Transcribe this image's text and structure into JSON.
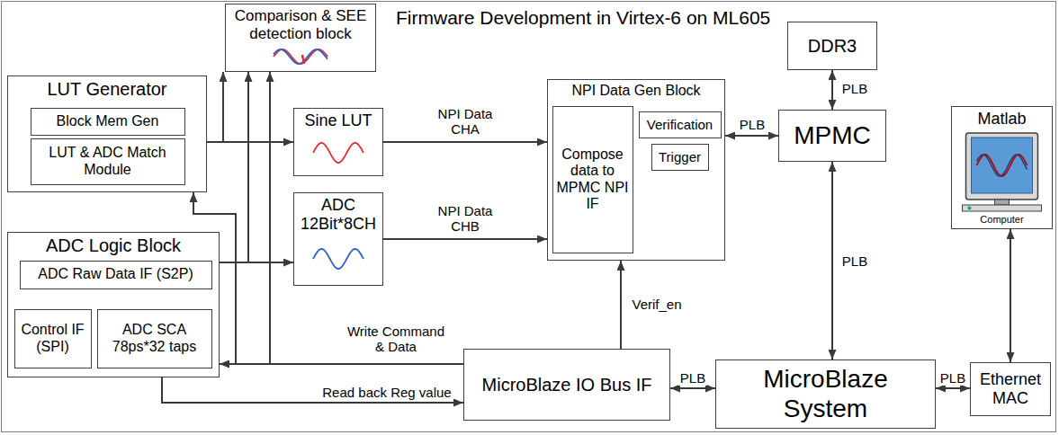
{
  "diagram": {
    "title": "Firmware Development in Virtex-6 on ML605",
    "nodes": [
      {
        "text": [
          "Comparison & SEE detection block"
        ]
      },
      {
        "text": [
          "LUT Generator"
        ]
      },
      {
        "text": [
          "Block Mem Gen"
        ],
        "in": 1
      },
      {
        "text": [
          "LUT & ADC Match Module"
        ],
        "in": 1
      },
      {
        "text": [
          "ADC Logic Block"
        ]
      },
      {
        "text": [
          "ADC Raw Data IF (S2P)"
        ],
        "in": 4
      },
      {
        "text": [
          "Control IF (SPI)"
        ],
        "in": 4
      },
      {
        "text": [
          "ADC SCA 78ps*32 taps"
        ],
        "in": 4
      },
      {
        "text": [
          "Sine LUT"
        ]
      },
      {
        "text": [
          "ADC",
          "12Bit*8CH"
        ]
      },
      {
        "text": [
          "NPI Data Gen Block"
        ]
      },
      {
        "text": [
          "Compose data to MPMC NPI IF"
        ],
        "in": 10
      },
      {
        "text": [
          "Verification"
        ],
        "in": 10
      },
      {
        "text": [
          "Trigger"
        ],
        "in": 10
      },
      {
        "text": [
          "DDR3"
        ]
      },
      {
        "text": [
          "MPMC"
        ]
      },
      {
        "text": [
          "MicroBlaze IO Bus IF"
        ]
      },
      {
        "text": [
          "MicroBlaze System"
        ]
      },
      {
        "text": [
          "Matlab",
          "Computer"
        ]
      },
      {
        "text": [
          "Ethernet MAC"
        ]
      }
    ],
    "edges": [
      {
        "from": 1,
        "to": 0,
        "arrow": "to"
      },
      {
        "from": 1,
        "to": 8,
        "arrow": "to"
      },
      {
        "from": 4,
        "to": 0,
        "arrow": "to"
      },
      {
        "from": 4,
        "to": 9,
        "arrow": "to"
      },
      {
        "from": 8,
        "to": 10,
        "label": "NPI Data CHA",
        "arrow": "to"
      },
      {
        "from": 9,
        "to": 10,
        "label": "NPI Data CHB",
        "arrow": "to"
      },
      {
        "from": 10,
        "to": 15,
        "label": "PLB",
        "arrow": "both"
      },
      {
        "from": 14,
        "to": 15,
        "label": "PLB",
        "arrow": "both"
      },
      {
        "from": 15,
        "to": 17,
        "label": "PLB",
        "arrow": "both"
      },
      {
        "from": 16,
        "to": 17,
        "label": "PLB",
        "arrow": "both"
      },
      {
        "from": 17,
        "to": 19,
        "label": "PLB",
        "arrow": "both"
      },
      {
        "from": 19,
        "to": 18,
        "arrow": "both"
      },
      {
        "from": 16,
        "to": 4,
        "label": "Write Command & Data",
        "arrow": "to"
      },
      {
        "from": 16,
        "to": 1,
        "arrow": "to"
      },
      {
        "from": 16,
        "to": 0,
        "arrow": "to"
      },
      {
        "from": 16,
        "to": 10,
        "label": "Verif_en",
        "arrow": "to"
      },
      {
        "from": 4,
        "to": 16,
        "label": "Read back Reg value",
        "arrow": "to"
      }
    ]
  }
}
